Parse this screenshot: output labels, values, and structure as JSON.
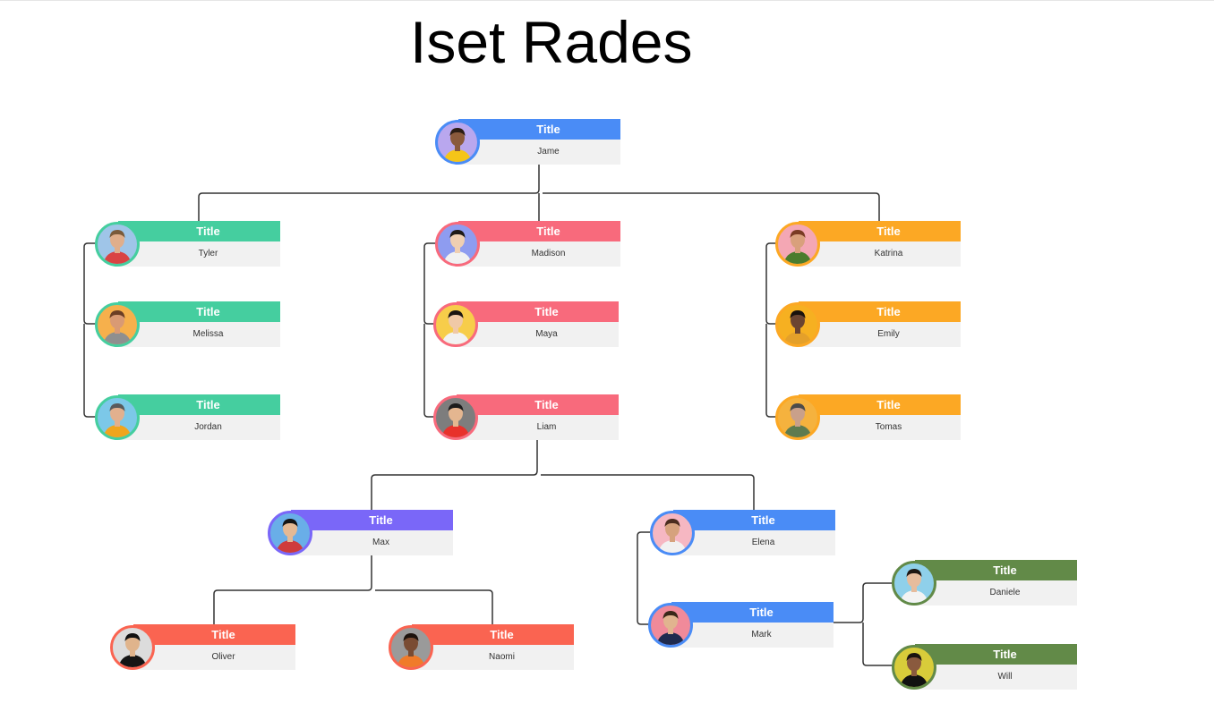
{
  "title": "Iset Rades",
  "nodes": [
    {
      "id": "jame",
      "title": "Title",
      "name": "Jame",
      "color": "#4a8cf6",
      "avatar_bg": "#b9a7ee",
      "skin": "#8a5a3c",
      "hair": "#2b1d14",
      "shirt": "#f5c518"
    },
    {
      "id": "tyler",
      "title": "Title",
      "name": "Tyler",
      "color": "#45ce9f",
      "avatar_bg": "#9fc5e8",
      "skin": "#e0ae8b",
      "hair": "#7a5a3a",
      "shirt": "#d94343"
    },
    {
      "id": "melissa",
      "title": "Title",
      "name": "Melissa",
      "color": "#45ce9f",
      "avatar_bg": "#f6b04c",
      "skin": "#d99a74",
      "hair": "#6b3e25",
      "shirt": "#8f8f8f"
    },
    {
      "id": "jordan",
      "title": "Title",
      "name": "Jordan",
      "color": "#45ce9f",
      "avatar_bg": "#7cc8e8",
      "skin": "#e2b08e",
      "hair": "#5a5a5a",
      "shirt": "#f0a51d"
    },
    {
      "id": "madison",
      "title": "Title",
      "name": "Madison",
      "color": "#f86a7c",
      "avatar_bg": "#8e9cf0",
      "skin": "#efcfb2",
      "hair": "#1e1a18",
      "shirt": "#f1f1f1"
    },
    {
      "id": "maya",
      "title": "Title",
      "name": "Maya",
      "color": "#f86a7c",
      "avatar_bg": "#f7cd4a",
      "skin": "#f0c9a6",
      "hair": "#1a1512",
      "shirt": "#f2f2f2"
    },
    {
      "id": "liam",
      "title": "Title",
      "name": "Liam",
      "color": "#f86a7c",
      "avatar_bg": "#7d7d7d",
      "skin": "#e4b690",
      "hair": "#1b1b1b",
      "shirt": "#e8312b"
    },
    {
      "id": "katrina",
      "title": "Title",
      "name": "Katrina",
      "color": "#fca824",
      "avatar_bg": "#f4a7b4",
      "skin": "#d9a07c",
      "hair": "#7a3b23",
      "shirt": "#4b7c2d"
    },
    {
      "id": "emily",
      "title": "Title",
      "name": "Emily",
      "color": "#fca824",
      "avatar_bg": "#f6b021",
      "skin": "#6b4431",
      "hair": "#1a120d",
      "shirt": "#e4a02a"
    },
    {
      "id": "tomas",
      "title": "Title",
      "name": "Tomas",
      "color": "#fca824",
      "avatar_bg": "#f5b23e",
      "skin": "#c9a08a",
      "hair": "#4b4b4b",
      "shirt": "#5e7b4f"
    },
    {
      "id": "max",
      "title": "Title",
      "name": "Max",
      "color": "#7a67f8",
      "avatar_bg": "#69aee8",
      "skin": "#e4b994",
      "hair": "#151515",
      "shirt": "#cf3b3b"
    },
    {
      "id": "elena",
      "title": "Title",
      "name": "Elena",
      "color": "#4a8cf6",
      "avatar_bg": "#f6b7c2",
      "skin": "#d6a27d",
      "hair": "#4b2d1f",
      "shirt": "#f1f1f1"
    },
    {
      "id": "mark",
      "title": "Title",
      "name": "Mark",
      "color": "#4a8cf6",
      "avatar_bg": "#f08a9a",
      "skin": "#e1b48f",
      "hair": "#3a2718",
      "shirt": "#1f2b4f"
    },
    {
      "id": "oliver",
      "title": "Title",
      "name": "Oliver",
      "color": "#fa6451",
      "avatar_bg": "#dcdcdc",
      "skin": "#e0b48c",
      "hair": "#111111",
      "shirt": "#151515"
    },
    {
      "id": "naomi",
      "title": "Title",
      "name": "Naomi",
      "color": "#fa6451",
      "avatar_bg": "#9a9a9a",
      "skin": "#7a4c33",
      "hair": "#1c120c",
      "shirt": "#f07b2a"
    },
    {
      "id": "daniele",
      "title": "Title",
      "name": "Daniele",
      "color": "#628a48",
      "avatar_bg": "#8fd0ea",
      "skin": "#e6bc9d",
      "hair": "#1e1612",
      "shirt": "#f3f3f3"
    },
    {
      "id": "will",
      "title": "Title",
      "name": "Will",
      "color": "#628a48",
      "avatar_bg": "#d8cc3a",
      "skin": "#8a5a3e",
      "hair": "#1a1410",
      "shirt": "#111111"
    }
  ],
  "edges": [
    [
      "jame",
      "tyler"
    ],
    [
      "jame",
      "madison"
    ],
    [
      "jame",
      "katrina"
    ],
    [
      "tyler",
      "melissa"
    ],
    [
      "tyler",
      "jordan"
    ],
    [
      "madison",
      "maya"
    ],
    [
      "madison",
      "liam"
    ],
    [
      "katrina",
      "emily"
    ],
    [
      "katrina",
      "tomas"
    ],
    [
      "liam",
      "max"
    ],
    [
      "liam",
      "elena"
    ],
    [
      "max",
      "oliver"
    ],
    [
      "max",
      "naomi"
    ],
    [
      "elena",
      "mark"
    ],
    [
      "mark",
      "daniele"
    ],
    [
      "mark",
      "will"
    ]
  ]
}
